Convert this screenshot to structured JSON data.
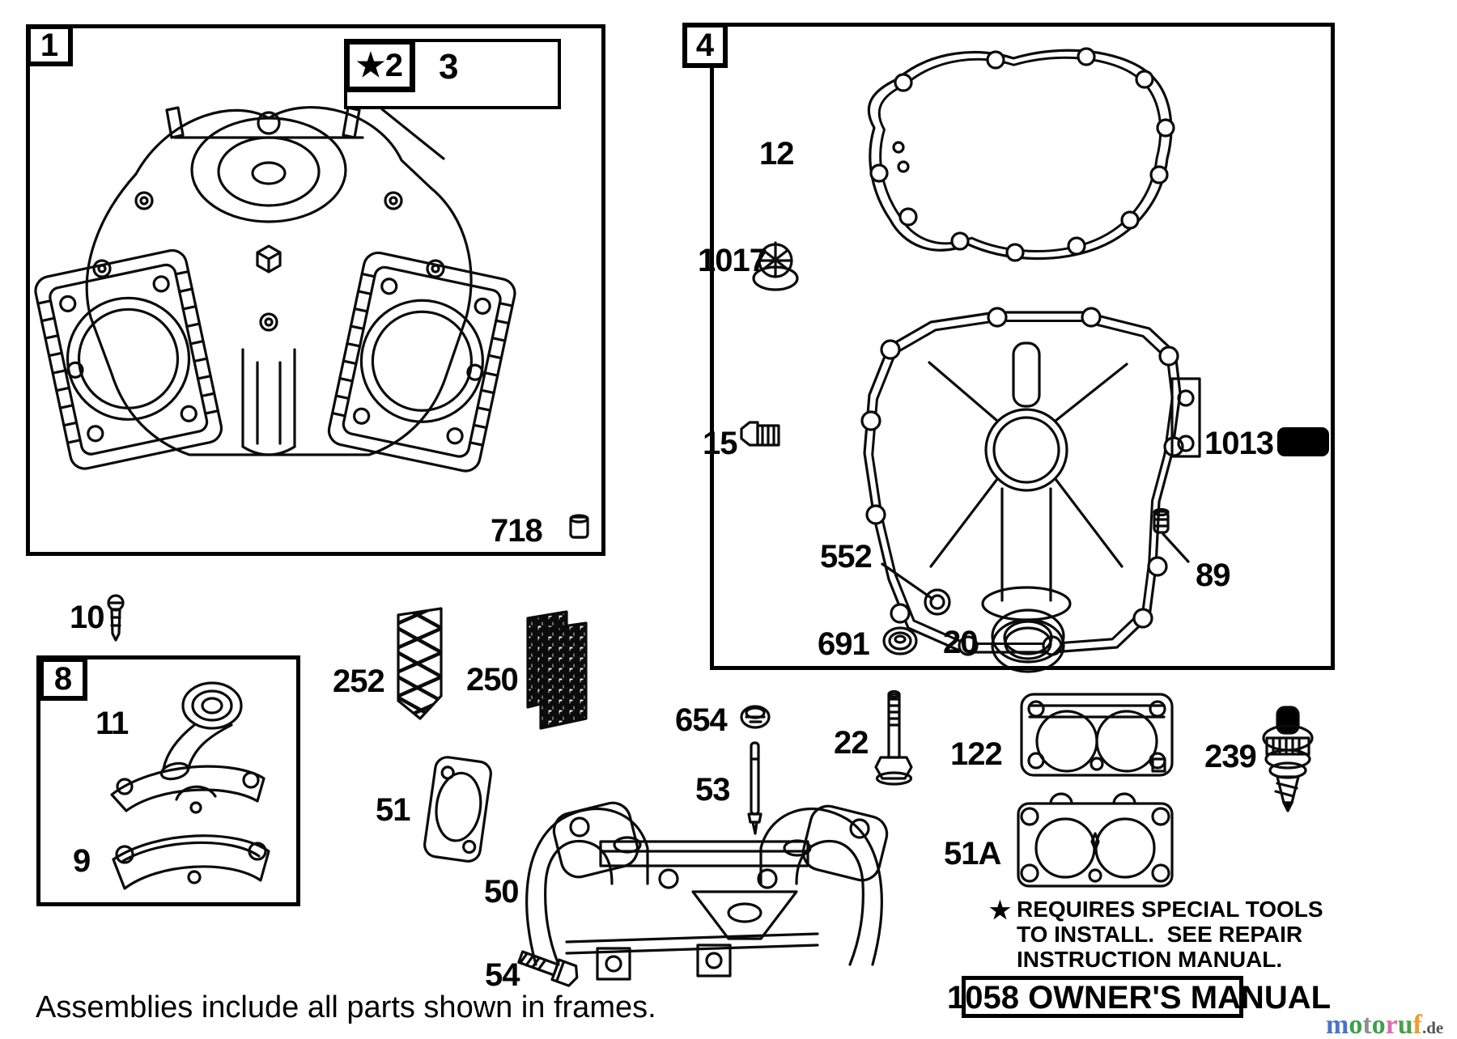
{
  "doc": {
    "caption": "Assemblies include all parts shown in frames.",
    "note": {
      "star": "★",
      "line1": "REQUIRES SPECIAL TOOLS",
      "line2": "TO INSTALL.  SEE REPAIR",
      "line3": "INSTRUCTION MANUAL."
    },
    "owners_manual_label": "1058 OWNER'S MANUAL"
  },
  "frames": {
    "f1": "1",
    "f4": "4",
    "f8": "8"
  },
  "callout": {
    "label": "★2"
  },
  "parts": {
    "p3": "3",
    "p718": "718",
    "p10": "10",
    "p11": "11",
    "p9": "9",
    "p252": "252",
    "p250": "250",
    "p654": "654",
    "p53": "53",
    "p51": "51",
    "p50": "50",
    "p54": "54",
    "p22": "22",
    "p122": "122",
    "p51a": "51A",
    "p239": "239",
    "p12": "12",
    "p1017": "1017",
    "p15": "15",
    "p1013": "1013",
    "p552": "552",
    "p89": "89",
    "p691": "691",
    "p20": "20"
  },
  "watermark": {
    "letters": [
      [
        "m",
        "#4a73c9"
      ],
      [
        "o",
        "#3ca04a"
      ],
      [
        "t",
        "#8f8f8f"
      ],
      [
        "o",
        "#3ca04a"
      ],
      [
        "r",
        "#e06aaa"
      ],
      [
        "u",
        "#4aa04a"
      ],
      [
        "f",
        "#ef9d2f"
      ]
    ],
    "suffix": ".de",
    "suffix_color": "#555555"
  }
}
